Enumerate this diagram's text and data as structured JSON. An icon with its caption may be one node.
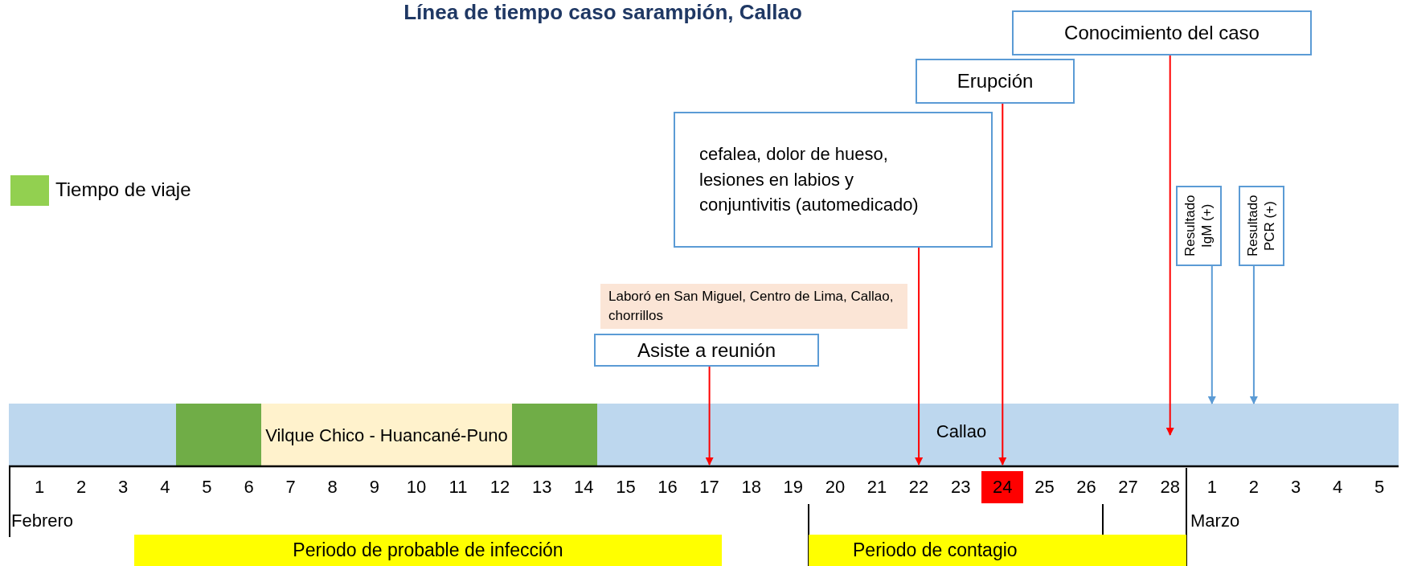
{
  "diagram": {
    "title": "Línea de tiempo caso sarampión, Callao",
    "nodes": [
      {
        "text": [
          "Conocimiento del caso"
        ]
      },
      {
        "text": [
          "Erupción"
        ]
      },
      {
        "text": [
          "cefalea, dolor de hueso, lesiones en labios y conjuntivitis (automedicado)"
        ]
      },
      {
        "text": [
          "Resultado IgM (+)"
        ]
      },
      {
        "text": [
          "Resultado PCR (+)"
        ]
      },
      {
        "text": [
          "Laboró en San Miguel, Centro de Lima, Callao, chorrillos"
        ]
      },
      {
        "text": [
          "Asiste a reunión"
        ]
      },
      {
        "text": [
          "Callao"
        ]
      },
      {
        "text": [],
        "shape": "box",
        "in": 7
      },
      {
        "text": [
          "Vilque Chico - Huancané-Puno"
        ],
        "in": 7
      },
      {
        "text": [],
        "shape": "box",
        "in": 7
      },
      {
        "text": [
          "Periodo de probable de infección"
        ]
      },
      {
        "text": [
          "Periodo de contagio"
        ]
      }
    ],
    "edges": [
      {
        "from": 6,
        "to": 7,
        "arrow": "to"
      },
      {
        "from": 2,
        "to": 7,
        "arrow": "to"
      },
      {
        "from": 1,
        "to": 7,
        "arrow": "to"
      },
      {
        "from": 0,
        "to": 7,
        "arrow": "to"
      },
      {
        "from": 3,
        "to": 7,
        "arrow": "to",
        "color": "#5b9bd5"
      },
      {
        "from": 4,
        "to": 7,
        "arrow": "to",
        "color": "#5b9bd5"
      }
    ],
    "labels": [
      "1",
      "2",
      "3",
      "4",
      "5",
      "6",
      "7",
      "8",
      "9",
      "10",
      "11",
      "12",
      "13",
      "14",
      "15",
      "16",
      "17",
      "18",
      "19",
      "20",
      "21",
      "22",
      "23",
      "24",
      "25",
      "26",
      "27",
      "28",
      "1",
      "2",
      "3",
      "4",
      "5",
      "Febrero",
      "Marzo"
    ],
    "legend": [
      {
        "text": "Tiempo de viaje",
        "color": "#92d050"
      }
    ]
  }
}
